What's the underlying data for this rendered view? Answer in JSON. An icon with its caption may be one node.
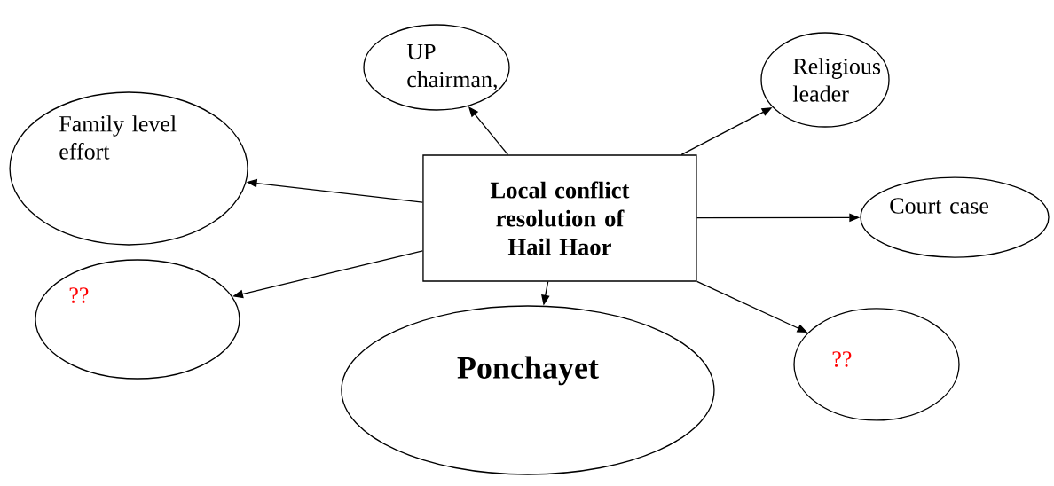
{
  "diagram": {
    "nodes": [
      {
        "text": [
          "Local conflict resolution of Hail Haor"
        ]
      },
      {
        "text": [
          "UP chairman,"
        ]
      },
      {
        "text": [
          "Religious leader"
        ]
      },
      {
        "text": [
          "Family level effort"
        ]
      },
      {
        "text": [
          "Court case"
        ]
      },
      {
        "text": [
          "??"
        ]
      },
      {
        "text": [
          "Ponchayet"
        ]
      },
      {
        "text": [
          "??"
        ]
      }
    ],
    "edges": [
      {
        "from": 0,
        "to": 1,
        "arrow": "to"
      },
      {
        "from": 0,
        "to": 2,
        "arrow": "to"
      },
      {
        "from": 0,
        "to": 3,
        "arrow": "to"
      },
      {
        "from": 0,
        "to": 4,
        "arrow": "to"
      },
      {
        "from": 0,
        "to": 5,
        "arrow": "to"
      },
      {
        "from": 0,
        "to": 6,
        "arrow": "to"
      },
      {
        "from": 0,
        "to": 7,
        "arrow": "to"
      }
    ]
  }
}
